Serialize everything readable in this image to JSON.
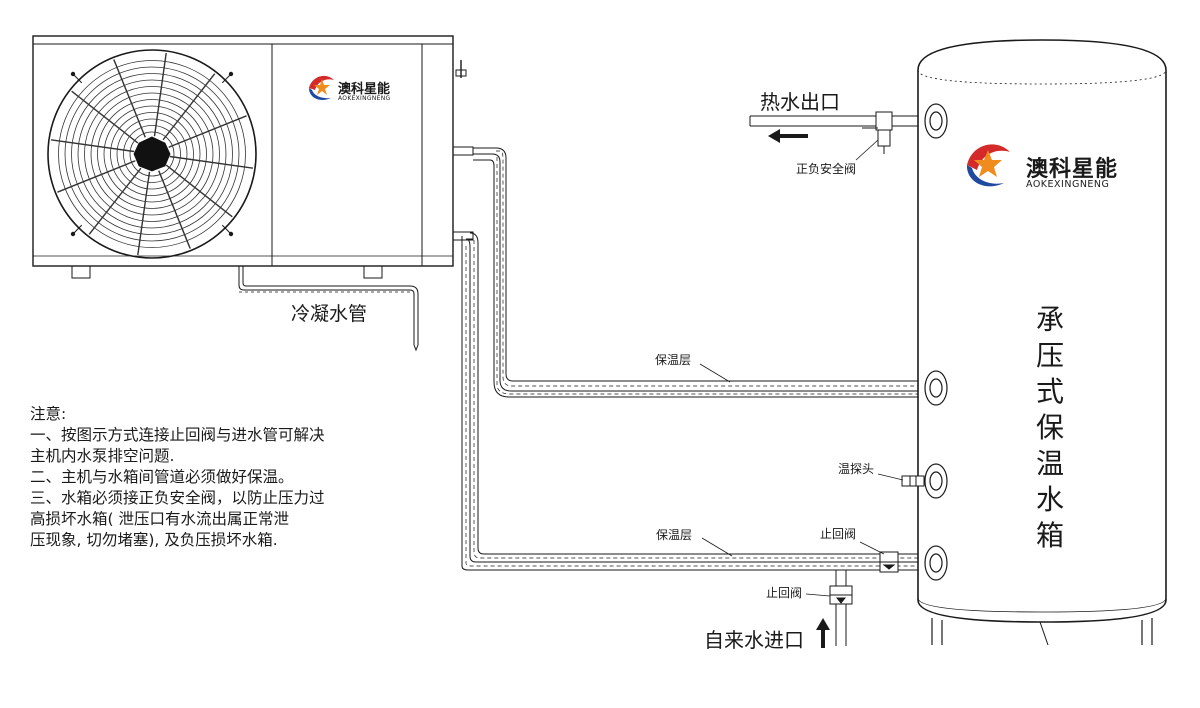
{
  "brand": {
    "name": "澳科星能",
    "latin": "AOKEXINGNENG"
  },
  "labels": {
    "hot_water_outlet": "热水出口",
    "safety_valve": "正负安全阀",
    "condensate_pipe": "冷凝水管",
    "insulation_upper": "保温层",
    "insulation_lower": "保温层",
    "temp_probe": "温探头",
    "check_valve_tank": "止回阀",
    "check_valve_inlet": "止回阀",
    "tap_water_inlet": "自来水进口"
  },
  "tank_title": [
    "承",
    "压",
    "式",
    "保",
    "温",
    "水",
    "箱"
  ],
  "notes": [
    "注意:",
    "一、按图示方式连接止回阀与进水管可解决",
    "主机内水泵排空问题.",
    "二、主机与水箱间管道必须做好保温。",
    "三、水箱必须接正负安全阀，以防止压力过",
    "高损坏水箱( 泄压口有水流出属正常泄",
    "压现象, 切勿堵塞), 及负压损坏水箱."
  ],
  "colors": {
    "line": "#1a1a1a",
    "logo_blue": "#1f4aa0",
    "logo_red": "#d42a2a",
    "logo_orange": "#f08c1e"
  }
}
